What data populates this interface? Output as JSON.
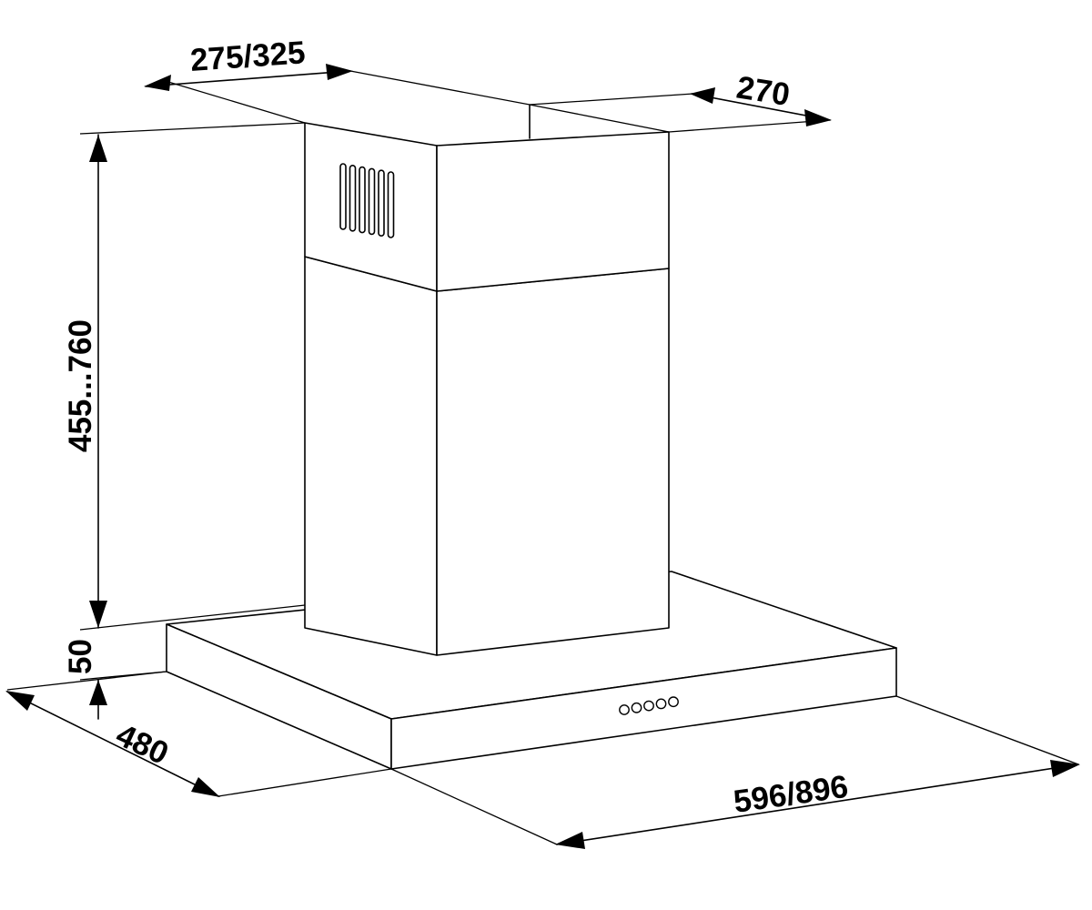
{
  "dimensions": {
    "chimney_width": "275/325",
    "chimney_depth": "270",
    "chimney_height": "455...760",
    "canopy_height": "50",
    "hood_depth": "480",
    "hood_width": "596/896"
  },
  "vent_slots": 6,
  "control_knobs": 5,
  "colors": {
    "line": "#000000",
    "background": "#ffffff"
  }
}
